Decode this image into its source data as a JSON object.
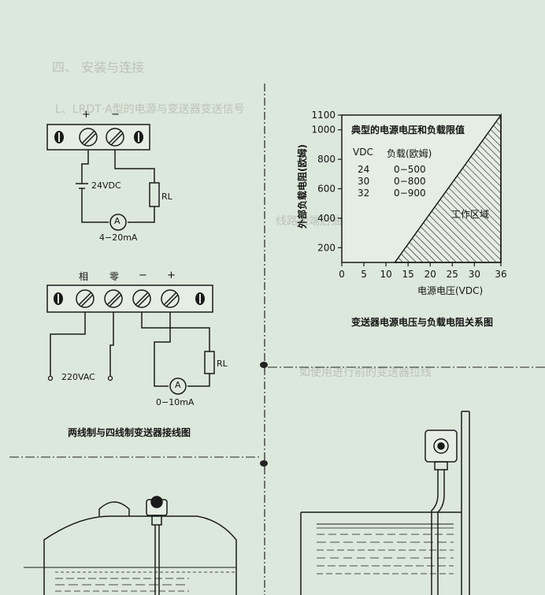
{
  "wiring": {
    "two_wire": {
      "plus": "+",
      "minus": "−",
      "supply": "24VDC",
      "load": "RL",
      "meter_symbol": "A",
      "current": "4−20mA"
    },
    "four_wire": {
      "phase": "相",
      "neutral": "零",
      "minus": "−",
      "plus": "+",
      "supply": "220VAC",
      "load": "RL",
      "meter_symbol": "A",
      "current": "0−10mA"
    },
    "caption": "两线制与四线制变送器接线图"
  },
  "chart_data": {
    "type": "area",
    "title": "典型的电源电压和负载限值",
    "xlabel": "电源电压(VDC)",
    "ylabel": "外部负载电阻(欧姆)",
    "x_ticks": [
      "0",
      "5",
      "10",
      "15",
      "20",
      "25",
      "30",
      "36"
    ],
    "y_ticks": [
      "200",
      "400",
      "600",
      "800",
      "1000",
      "1100"
    ],
    "xlim": [
      0,
      36
    ],
    "ylim": [
      100,
      1100
    ],
    "region": {
      "name": "工作区域",
      "fill": "hatched",
      "points": [
        [
          12,
          100
        ],
        [
          36,
          100
        ],
        [
          36,
          1100
        ]
      ]
    },
    "table": {
      "headers": [
        "VDC",
        "负载(欧姆)"
      ],
      "rows": [
        [
          "24",
          "0−500"
        ],
        [
          "30",
          "0−800"
        ],
        [
          "32",
          "0−900"
        ]
      ]
    },
    "caption": "变送器电源电压与负载电阻关系图"
  },
  "colors": {
    "paper": "#dde8dc",
    "ink": "#141414",
    "bleed": "#b9c4b7"
  }
}
